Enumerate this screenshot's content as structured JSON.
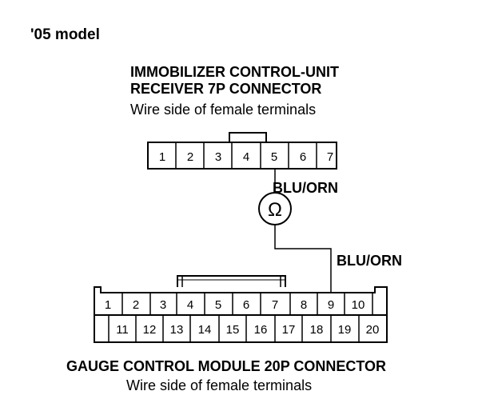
{
  "model_label": "'05 model",
  "immobilizer": {
    "title_line1": "IMMOBILIZER CONTROL-UNIT",
    "title_line2": "RECEIVER 7P CONNECTOR",
    "subtitle": "Wire side of female terminals",
    "pins": [
      "1",
      "2",
      "3",
      "4",
      "5",
      "6",
      "7"
    ],
    "probe_pin": "5"
  },
  "gauge": {
    "title": "GAUGE CONTROL MODULE 20P CONNECTOR",
    "subtitle": "Wire side of female terminals",
    "top_row": [
      "1",
      "2",
      "3",
      "4",
      "5",
      "6",
      "7",
      "8",
      "9",
      "10"
    ],
    "bottom_row": [
      "11",
      "12",
      "13",
      "14",
      "15",
      "16",
      "17",
      "18",
      "19",
      "20"
    ],
    "probe_pin": "9"
  },
  "wire_label_upper": "BLU/ORN",
  "wire_label_lower": "BLU/ORN",
  "meter_symbol": "Ω"
}
